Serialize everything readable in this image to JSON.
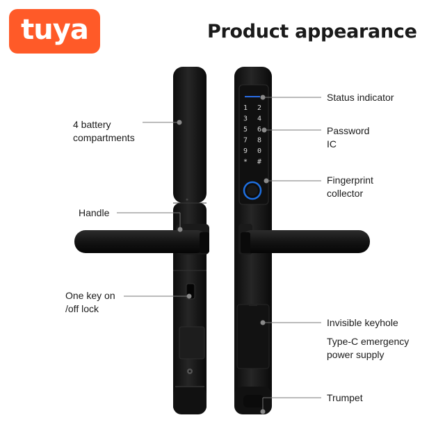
{
  "brand": {
    "logo_text": "tuya",
    "logo_color": "#ff5a28"
  },
  "title": "Product appearance",
  "labels": {
    "battery": "4 battery\ncompartments",
    "handle": "Handle",
    "onekey": "One key on\n/off lock",
    "status": "Status indicator",
    "password": "Password\nIC",
    "fingerprint": "Fingerprint\ncollector",
    "keyhole": "Invisible keyhole",
    "typec": "Type-C emergency\npower supply",
    "trumpet": "Trumpet"
  },
  "keypad_keys": [
    "1",
    "2",
    "3",
    "4",
    "5",
    "6",
    "7",
    "8",
    "9",
    "0",
    "*",
    "#"
  ],
  "colors": {
    "lock_body": "#141414",
    "fingerprint_ring": "#1e6fe0",
    "status_led": "#2a6ee8"
  }
}
